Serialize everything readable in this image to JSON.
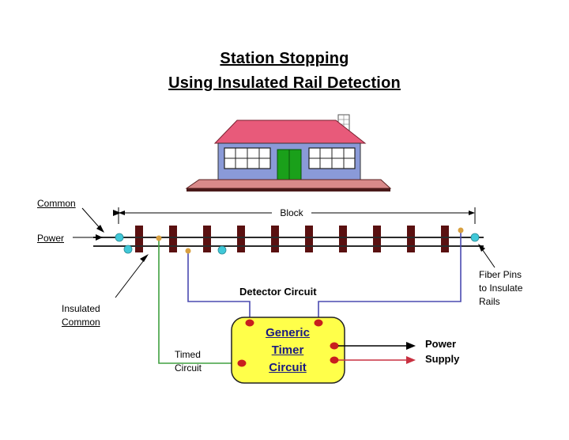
{
  "title": {
    "line1": "Station Stopping",
    "line2": "Using Insulated Rail Detection"
  },
  "labels": {
    "common": "Common",
    "power": "Power",
    "block": "Block",
    "insulated_common_1": "Insulated",
    "insulated_common_2": "Common",
    "fiber_pins_1": "Fiber Pins",
    "fiber_pins_2": "to Insulate",
    "fiber_pins_3": "Rails",
    "detector_circuit": "Detector Circuit",
    "timed_circuit_1": "Timed",
    "timed_circuit_2": "Circuit",
    "power_supply_1": "Power",
    "power_supply_2": "Supply"
  },
  "timer": {
    "line1": "Generic",
    "line2": "Timer",
    "line3": "Circuit"
  },
  "colors": {
    "roof": "#e85a7a",
    "wall": "#8a9ad8",
    "door": "#1aa01a",
    "platform": "#d98a8a",
    "tie": "#5a1010",
    "rail": "#333333",
    "fiber_pin": "#40c8d8",
    "contact": "#d8a040",
    "wire_blue": "#4a4ab0",
    "wire_green": "#40a040",
    "wire_red": "#c83040",
    "timer_fill": "#ffff4a",
    "terminal": "#c81e1e"
  },
  "icons": [
    "station-house-icon",
    "arrow-right-icon"
  ]
}
